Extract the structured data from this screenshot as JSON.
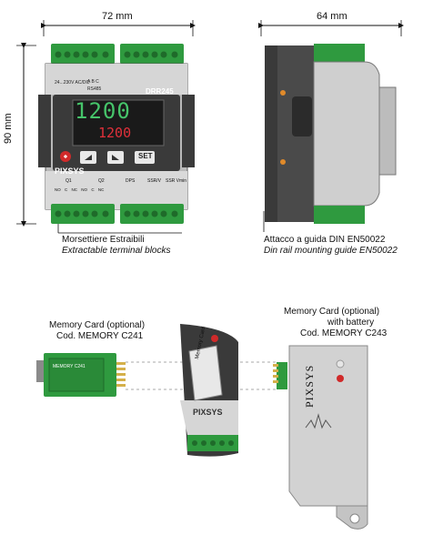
{
  "dimensions": {
    "width": "72 mm",
    "depth": "64 mm",
    "height": "90 mm"
  },
  "device": {
    "model": "DRR245",
    "brand": "PIXSYS",
    "display_top": "1200",
    "display_bottom": "1200",
    "power_label": "24...230V AC/DC",
    "rs485_label": "RS485",
    "terminal_top_letters": "A B C",
    "key_set": "SET",
    "relay_q1": "Q1",
    "relay_q2": "Q2",
    "contact_labels": [
      "NO",
      "C",
      "NC",
      "NO",
      "C",
      "NC"
    ],
    "dps_label": "DPS",
    "ssr_label": "SSR/V",
    "ssr2_label": "SSR Vmin"
  },
  "labels": {
    "terminals_it": "Morsettiere Estraibili",
    "terminals_en": "Extractable terminal blocks",
    "din_it": "Attacco a guida DIN EN50022",
    "din_en": "Din rail mounting guide EN50022"
  },
  "memory_cards": {
    "left_title": "Memory Card  (optional)",
    "left_code": "Cod. MEMORY C241",
    "left_card_text": "MEMORY C241",
    "right_title": "Memory Card  (optional)",
    "right_subtitle": "with battery",
    "right_code": "Cod. MEMORY C243",
    "right_brand": "PIXSYS",
    "center_card_text": "Memory Card"
  },
  "colors": {
    "terminal_green": "#2f9a3f",
    "display_green": "#46c46a",
    "display_red": "#e0303a",
    "device_dark": "#3a3a3a",
    "body_grey": "#c8c8c8"
  }
}
